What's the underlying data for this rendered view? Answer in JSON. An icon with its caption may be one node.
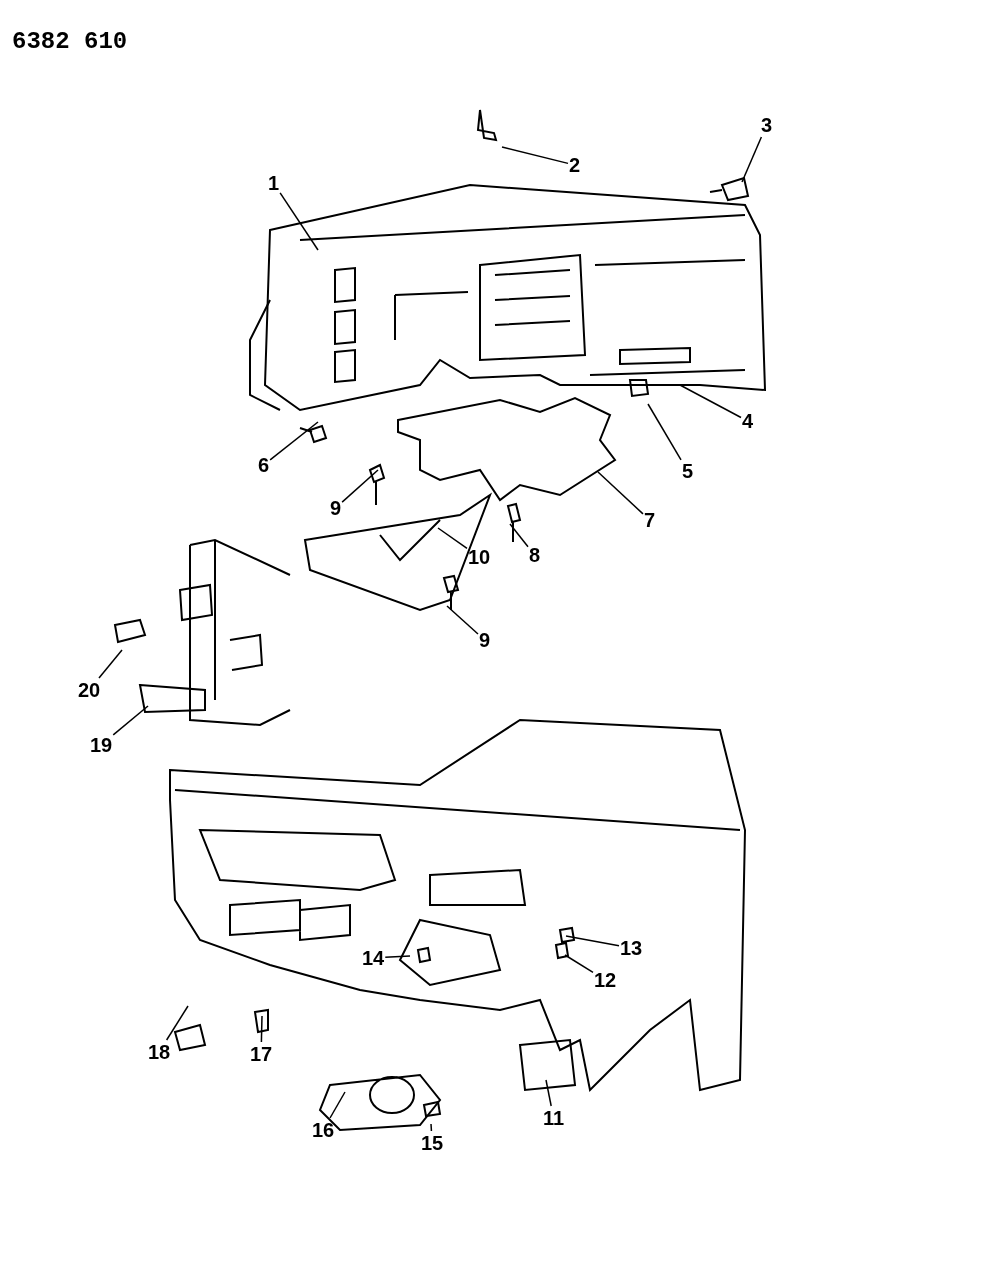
{
  "diagram": {
    "nodes": [
      {
        "text": [
          "3"
        ]
      },
      {
        "text": [
          "2"
        ]
      },
      {
        "text": [
          "1"
        ]
      },
      {
        "text": [
          "4"
        ]
      },
      {
        "text": [
          "6"
        ]
      },
      {
        "text": [
          "5"
        ]
      },
      {
        "text": [
          "9"
        ]
      },
      {
        "text": [
          "7"
        ]
      },
      {
        "text": [
          "10"
        ]
      },
      {
        "text": [
          "8"
        ]
      },
      {
        "text": [
          "9"
        ]
      },
      {
        "text": [
          "20"
        ]
      },
      {
        "text": [
          "19"
        ]
      },
      {
        "text": [
          "13"
        ]
      },
      {
        "text": [
          "14"
        ]
      },
      {
        "text": [
          "12"
        ]
      },
      {
        "text": [
          "18"
        ]
      },
      {
        "text": [
          "17"
        ]
      },
      {
        "text": [
          "11"
        ]
      },
      {
        "text": [
          "16"
        ]
      },
      {
        "text": [
          "15"
        ]
      }
    ],
    "edges": [
      {
        "from": 0,
        "to": null,
        "arrow": "none"
      },
      {
        "from": 1,
        "to": null,
        "arrow": "none"
      },
      {
        "from": 2,
        "to": null,
        "arrow": "none"
      },
      {
        "from": 3,
        "to": null,
        "arrow": "none"
      },
      {
        "from": 4,
        "to": null,
        "arrow": "none"
      },
      {
        "from": 5,
        "to": null,
        "arrow": "none"
      },
      {
        "from": 6,
        "to": null,
        "arrow": "none"
      },
      {
        "from": 7,
        "to": null,
        "arrow": "none"
      },
      {
        "from": 8,
        "to": null,
        "arrow": "none"
      },
      {
        "from": 9,
        "to": null,
        "arrow": "none"
      },
      {
        "from": 10,
        "to": null,
        "arrow": "none"
      },
      {
        "from": 11,
        "to": null,
        "arrow": "none"
      },
      {
        "from": 12,
        "to": null,
        "arrow": "none"
      },
      {
        "from": 13,
        "to": null,
        "arrow": "none"
      },
      {
        "from": 14,
        "to": null,
        "arrow": "none"
      },
      {
        "from": 15,
        "to": null,
        "arrow": "none"
      },
      {
        "from": 16,
        "to": null,
        "arrow": "none"
      },
      {
        "from": 17,
        "to": null,
        "arrow": "none"
      },
      {
        "from": 18,
        "to": null,
        "arrow": "none"
      },
      {
        "from": 19,
        "to": null,
        "arrow": "none"
      },
      {
        "from": 20,
        "to": null,
        "arrow": "none"
      }
    ],
    "labels": [
      "6382 610"
    ]
  }
}
